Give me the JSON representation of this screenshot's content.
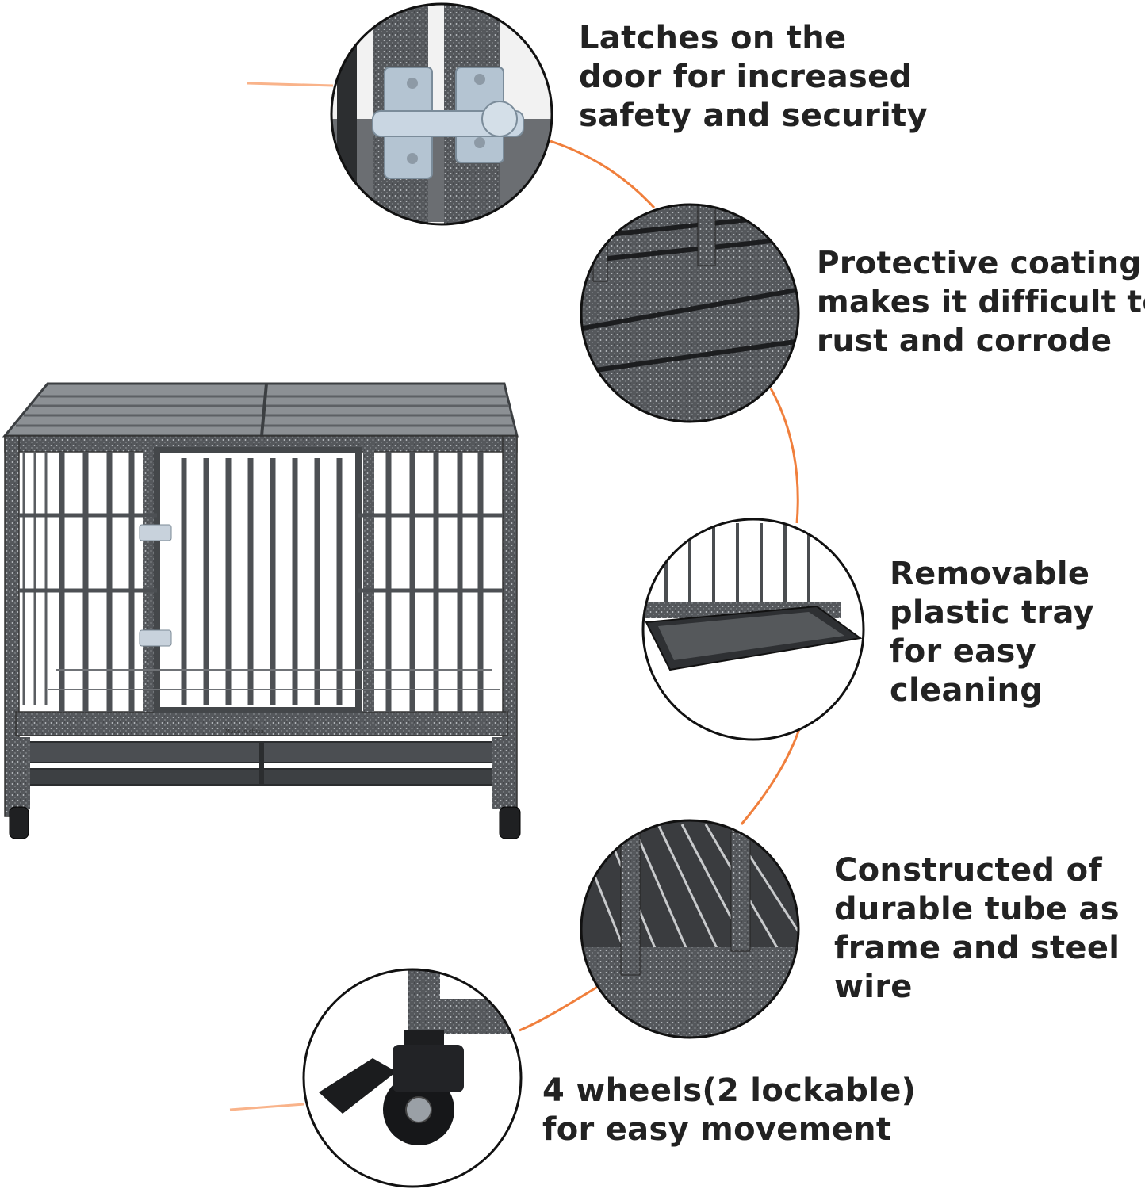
{
  "accent_color": "#f07f3c",
  "cage_label": "Made in china",
  "features": [
    {
      "icon": "door-latch-closeup",
      "lines": [
        "Latches on the",
        "door for increased",
        "safety and security"
      ]
    },
    {
      "icon": "coating-closeup",
      "lines": [
        "Protective coating",
        "makes it difficult to",
        "rust and corrode"
      ]
    },
    {
      "icon": "tray-closeup",
      "lines": [
        "Removable",
        "plastic tray",
        "for easy",
        "cleaning"
      ]
    },
    {
      "icon": "steel-wire-closeup",
      "lines": [
        "Constructed of",
        "durable tube as",
        "frame and steel",
        "wire"
      ]
    },
    {
      "icon": "caster-wheel-closeup",
      "lines": [
        "4 wheels(2 lockable)",
        "for easy movement"
      ]
    }
  ]
}
